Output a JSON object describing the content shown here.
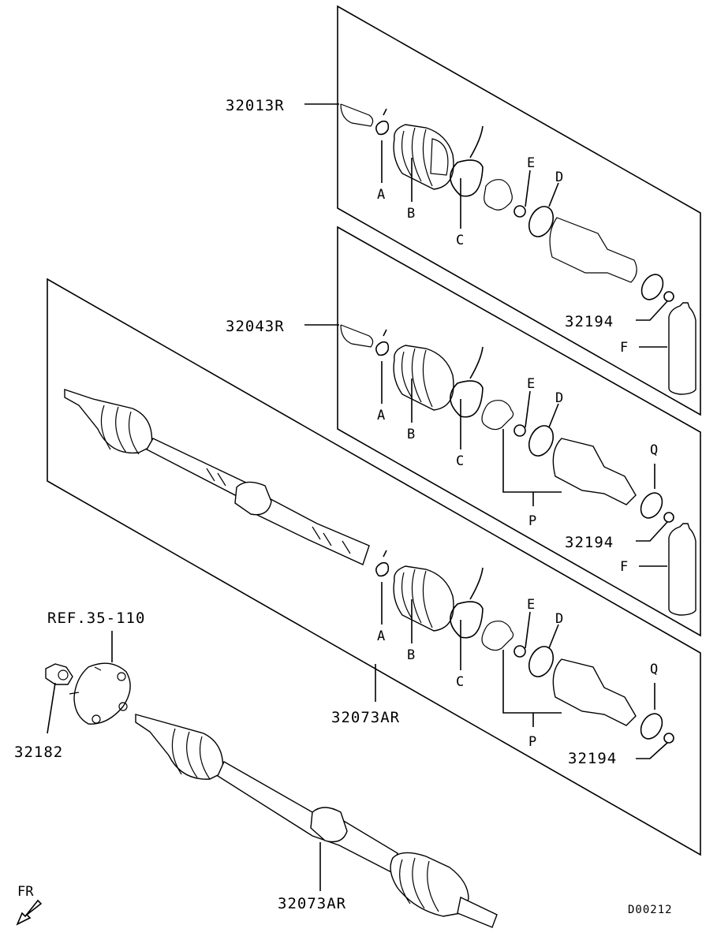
{
  "callouts": {
    "boot_kit_upper": "32013R",
    "boot_kit_mid": "32043R",
    "shaft_assy_panel": "32073AR",
    "shaft_assy_bottom": "32073AR",
    "circlip_1": "32194",
    "circlip_2": "32194",
    "circlip_3": "32194",
    "hub_nut": "32182",
    "reference": "REF.35-110",
    "front_indicator": "FR",
    "diagram_code": "D00212"
  },
  "letters": {
    "A": "A",
    "B": "B",
    "C": "C",
    "D": "D",
    "E": "E",
    "F": "F",
    "P": "P",
    "Q": "Q"
  }
}
